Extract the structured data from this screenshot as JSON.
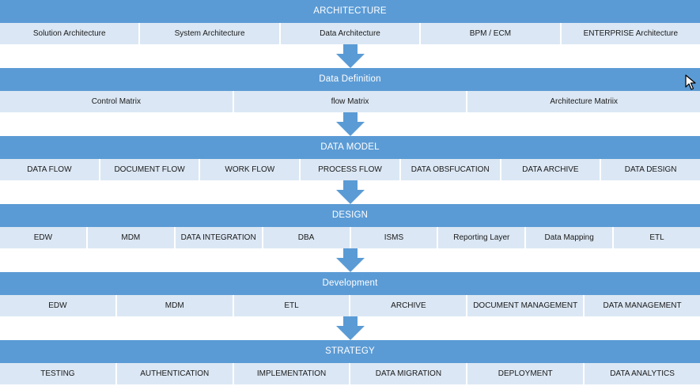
{
  "stages": [
    {
      "title": "ARCHITECTURE",
      "items": [
        "Solution Architecture",
        "System Architecture",
        "Data Architecture",
        "BPM / ECM",
        "ENTERPRISE Architecture"
      ]
    },
    {
      "title": "Data Definition",
      "items": [
        "Control Matrix",
        "flow Matrix",
        "Architecture Matriix"
      ]
    },
    {
      "title": "DATA  MODEL",
      "items": [
        "DATA FLOW",
        "DOCUMENT FLOW",
        "WORK FLOW",
        "PROCESS FLOW",
        "DATA OBSFUCATION",
        "DATA ARCHIVE",
        "DATA DESIGN"
      ]
    },
    {
      "title": "DESIGN",
      "items": [
        "EDW",
        "MDM",
        "DATA INTEGRATION",
        "DBA",
        "ISMS",
        "Reporting Layer",
        "Data Mapping",
        "ETL"
      ]
    },
    {
      "title": "Development",
      "items": [
        "EDW",
        "MDM",
        "ETL",
        "ARCHIVE",
        "DOCUMENT MANAGEMENT",
        "DATA MANAGEMENT"
      ]
    },
    {
      "title": "STRATEGY",
      "items": [
        "TESTING",
        "AUTHENTICATION",
        "IMPLEMENTATION",
        "DATA MIGRATION",
        "DEPLOYMENT",
        "DATA ANALYTICS"
      ]
    }
  ],
  "colors": {
    "header": "#5b9bd5",
    "cell": "#dbe7f4",
    "arrow": "#5b9bd5"
  }
}
